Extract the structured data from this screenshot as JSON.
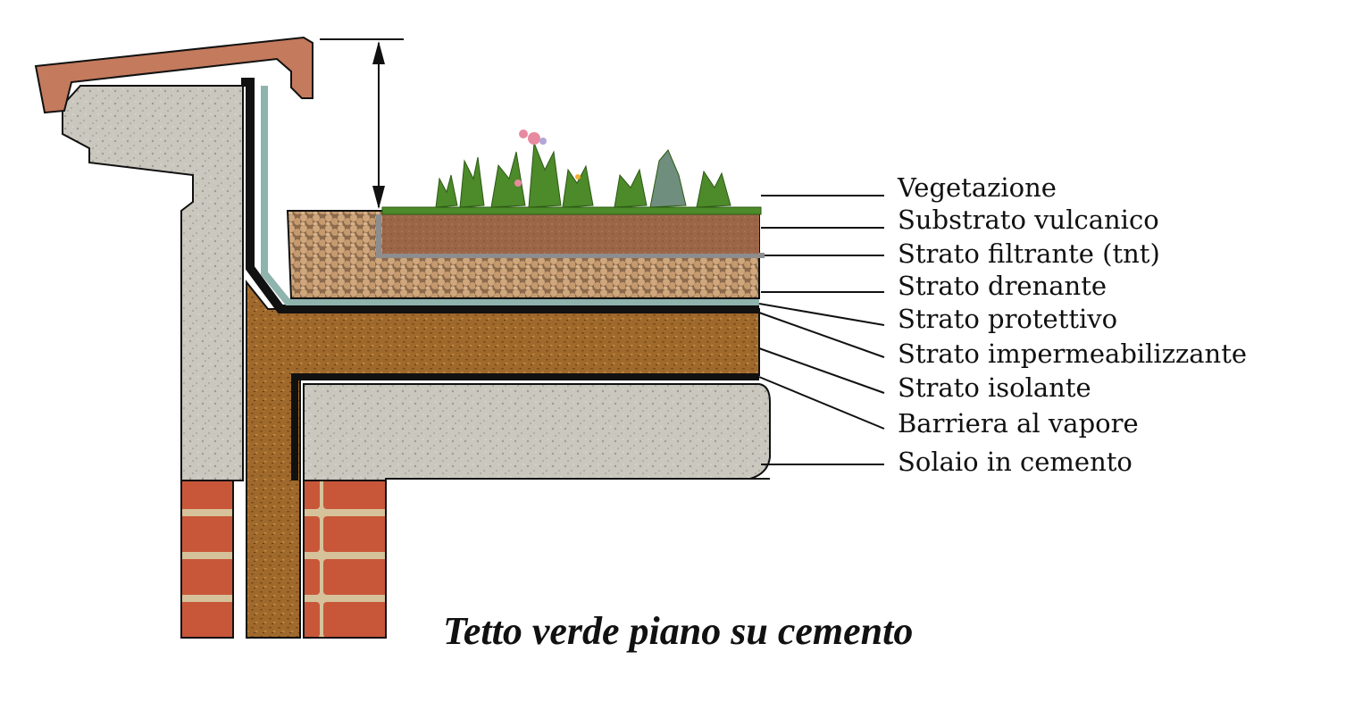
{
  "caption": "Tetto verde piano su cemento",
  "labels": [
    "Vegetazione",
    "Substrato vulcanico",
    "Strato filtrante (tnt)",
    "Strato drenante",
    "Strato protettivo",
    "Strato impermeabilizzante",
    "Strato isolante",
    "Barriera al vapore",
    "Solaio in cemento"
  ],
  "colors": {
    "concrete": "#c9c6bd",
    "insulation": "#a06b2c",
    "drainage": "#c8a27a",
    "substrate": "#9a6549",
    "vegetation": "#4c8a2a",
    "brick": "#c8573a",
    "roof_tile": "#c47a5c",
    "membrane": "#1a1a1a",
    "protective": "#8fb3ad"
  }
}
